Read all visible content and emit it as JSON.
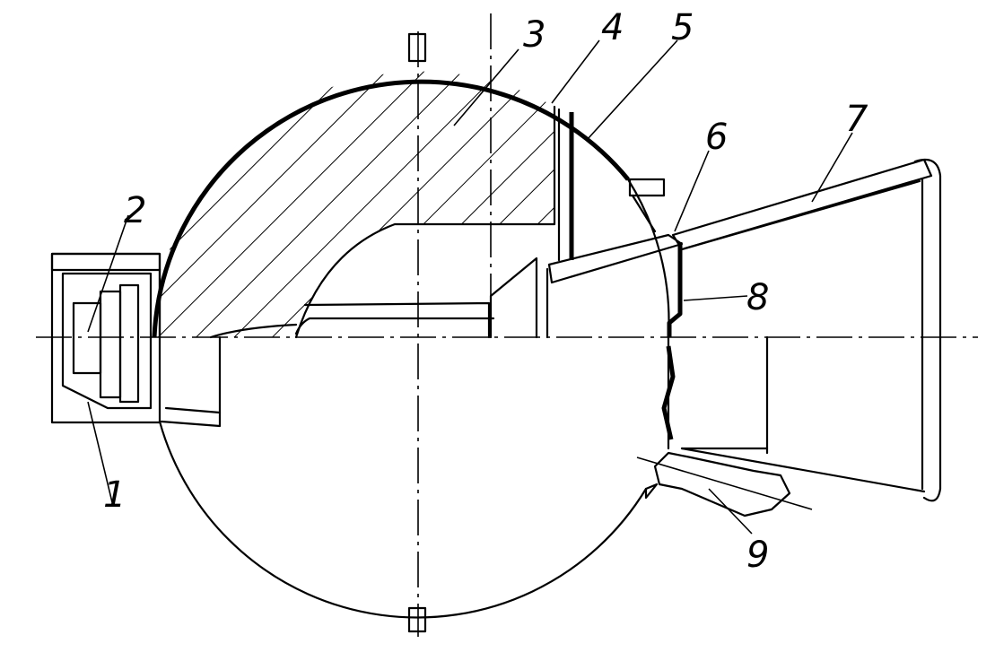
{
  "figure": {
    "labels": [
      {
        "id": "1",
        "text": "1"
      },
      {
        "id": "2",
        "text": "2"
      },
      {
        "id": "3",
        "text": "3"
      },
      {
        "id": "4",
        "text": "4"
      },
      {
        "id": "5",
        "text": "5"
      },
      {
        "id": "6",
        "text": "6"
      },
      {
        "id": "7",
        "text": "7"
      },
      {
        "id": "8",
        "text": "8"
      },
      {
        "id": "9",
        "text": "9"
      }
    ]
  }
}
